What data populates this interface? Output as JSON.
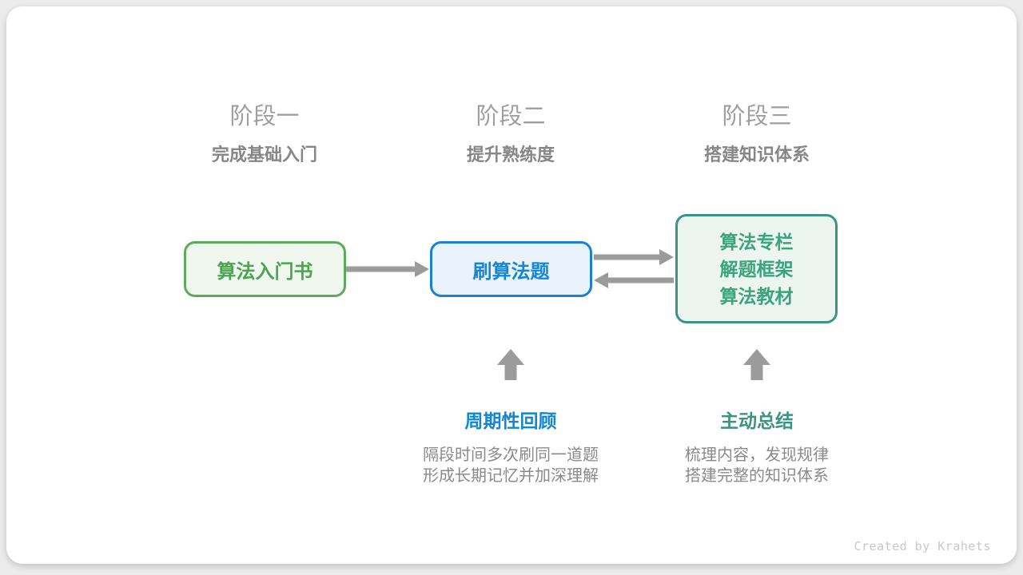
{
  "stages": [
    {
      "title": "阶段一",
      "subtitle": "完成基础入门"
    },
    {
      "title": "阶段二",
      "subtitle": "提升熟练度"
    },
    {
      "title": "阶段三",
      "subtitle": "搭建知识体系"
    }
  ],
  "boxes": {
    "intro_book": {
      "label": "算法入门书"
    },
    "practice": {
      "label": "刷算法题"
    },
    "resources": {
      "lines": [
        "算法专栏",
        "解题框架",
        "算法教材"
      ]
    }
  },
  "annotations": {
    "review": {
      "title": "周期性回顾",
      "lines": [
        "隔段时间多次刷同一道题",
        "形成长期记忆并加深理解"
      ]
    },
    "summarize": {
      "title": "主动总结",
      "lines": [
        "梳理内容，发现规律",
        "搭建完整的知识体系"
      ]
    }
  },
  "credit": "Created by Krahets",
  "colors": {
    "green_border": "#5fa95f",
    "green_fill": "#eff7ee",
    "green_text": "#4aa451",
    "blue_border": "#1b80d5",
    "blue_fill": "#eaf3fb",
    "blue_text": "#1486d6",
    "teal_border": "#3c9488",
    "teal_fill": "#edf5f1",
    "teal_text": "#3aa47c",
    "arrow_gray": "#9b9b9b",
    "stage_title_gray": "#9f9f9f",
    "stage_subtitle_gray": "#868686",
    "desc_gray": "#8a8a8a",
    "credit_gray": "#c8c8c8"
  }
}
